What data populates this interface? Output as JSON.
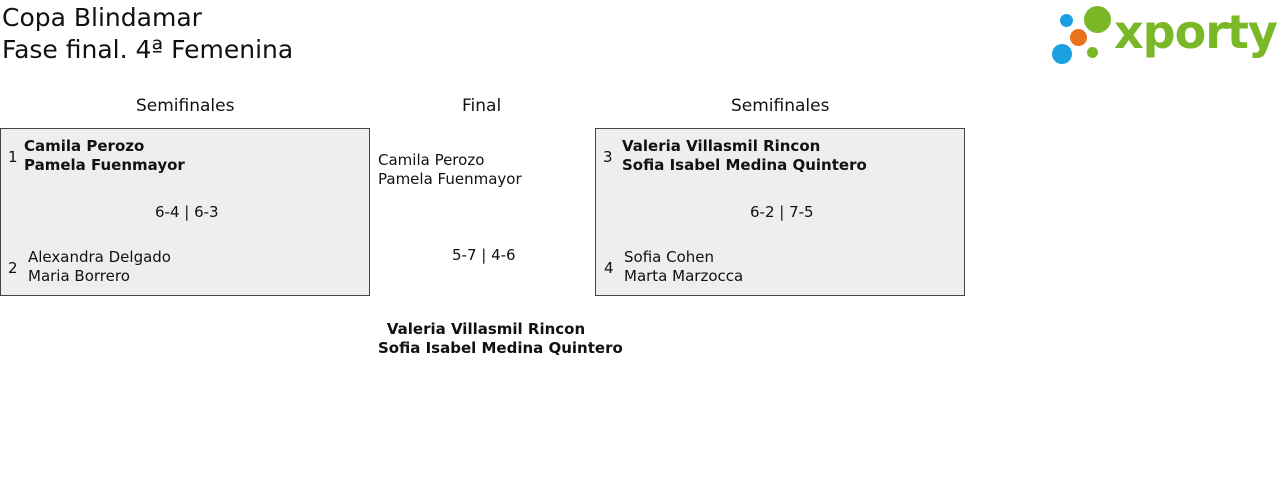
{
  "header": {
    "title_line1": "Copa Blindamar",
    "title_line2": "Fase final. 4ª Femenina"
  },
  "logo": {
    "text": "xporty",
    "colors": {
      "green": "#7ab828",
      "blue": "#1ba1e2",
      "orange": "#e8731c"
    }
  },
  "bracket": {
    "left_header": "Semifinales",
    "final_header": "Final",
    "right_header": "Semifinales",
    "semi_left": {
      "team1": {
        "seed": "1",
        "player1": "Camila Perozo",
        "player2": "Pamela Fuenmayor",
        "winner": true
      },
      "score": "6-4 | 6-3",
      "team2": {
        "seed": "2",
        "player1": "Alexandra Delgado",
        "player2": "Maria Borrero",
        "winner": false
      }
    },
    "semi_right": {
      "team1": {
        "seed": "3",
        "player1": "Valeria Villasmil Rincon",
        "player2": "Sofia Isabel Medina Quintero",
        "winner": true
      },
      "score": "6-2 | 7-5",
      "team2": {
        "seed": "4",
        "player1": "Sofia Cohen",
        "player2": "Marta Marzocca",
        "winner": false
      }
    },
    "final": {
      "team1": {
        "player1": "Camila Perozo",
        "player2": "Pamela Fuenmayor"
      },
      "score": "5-7 | 4-6",
      "champion": {
        "player1": "Valeria Villasmil Rincon",
        "player2": "Sofia Isabel Medina Quintero"
      }
    }
  }
}
